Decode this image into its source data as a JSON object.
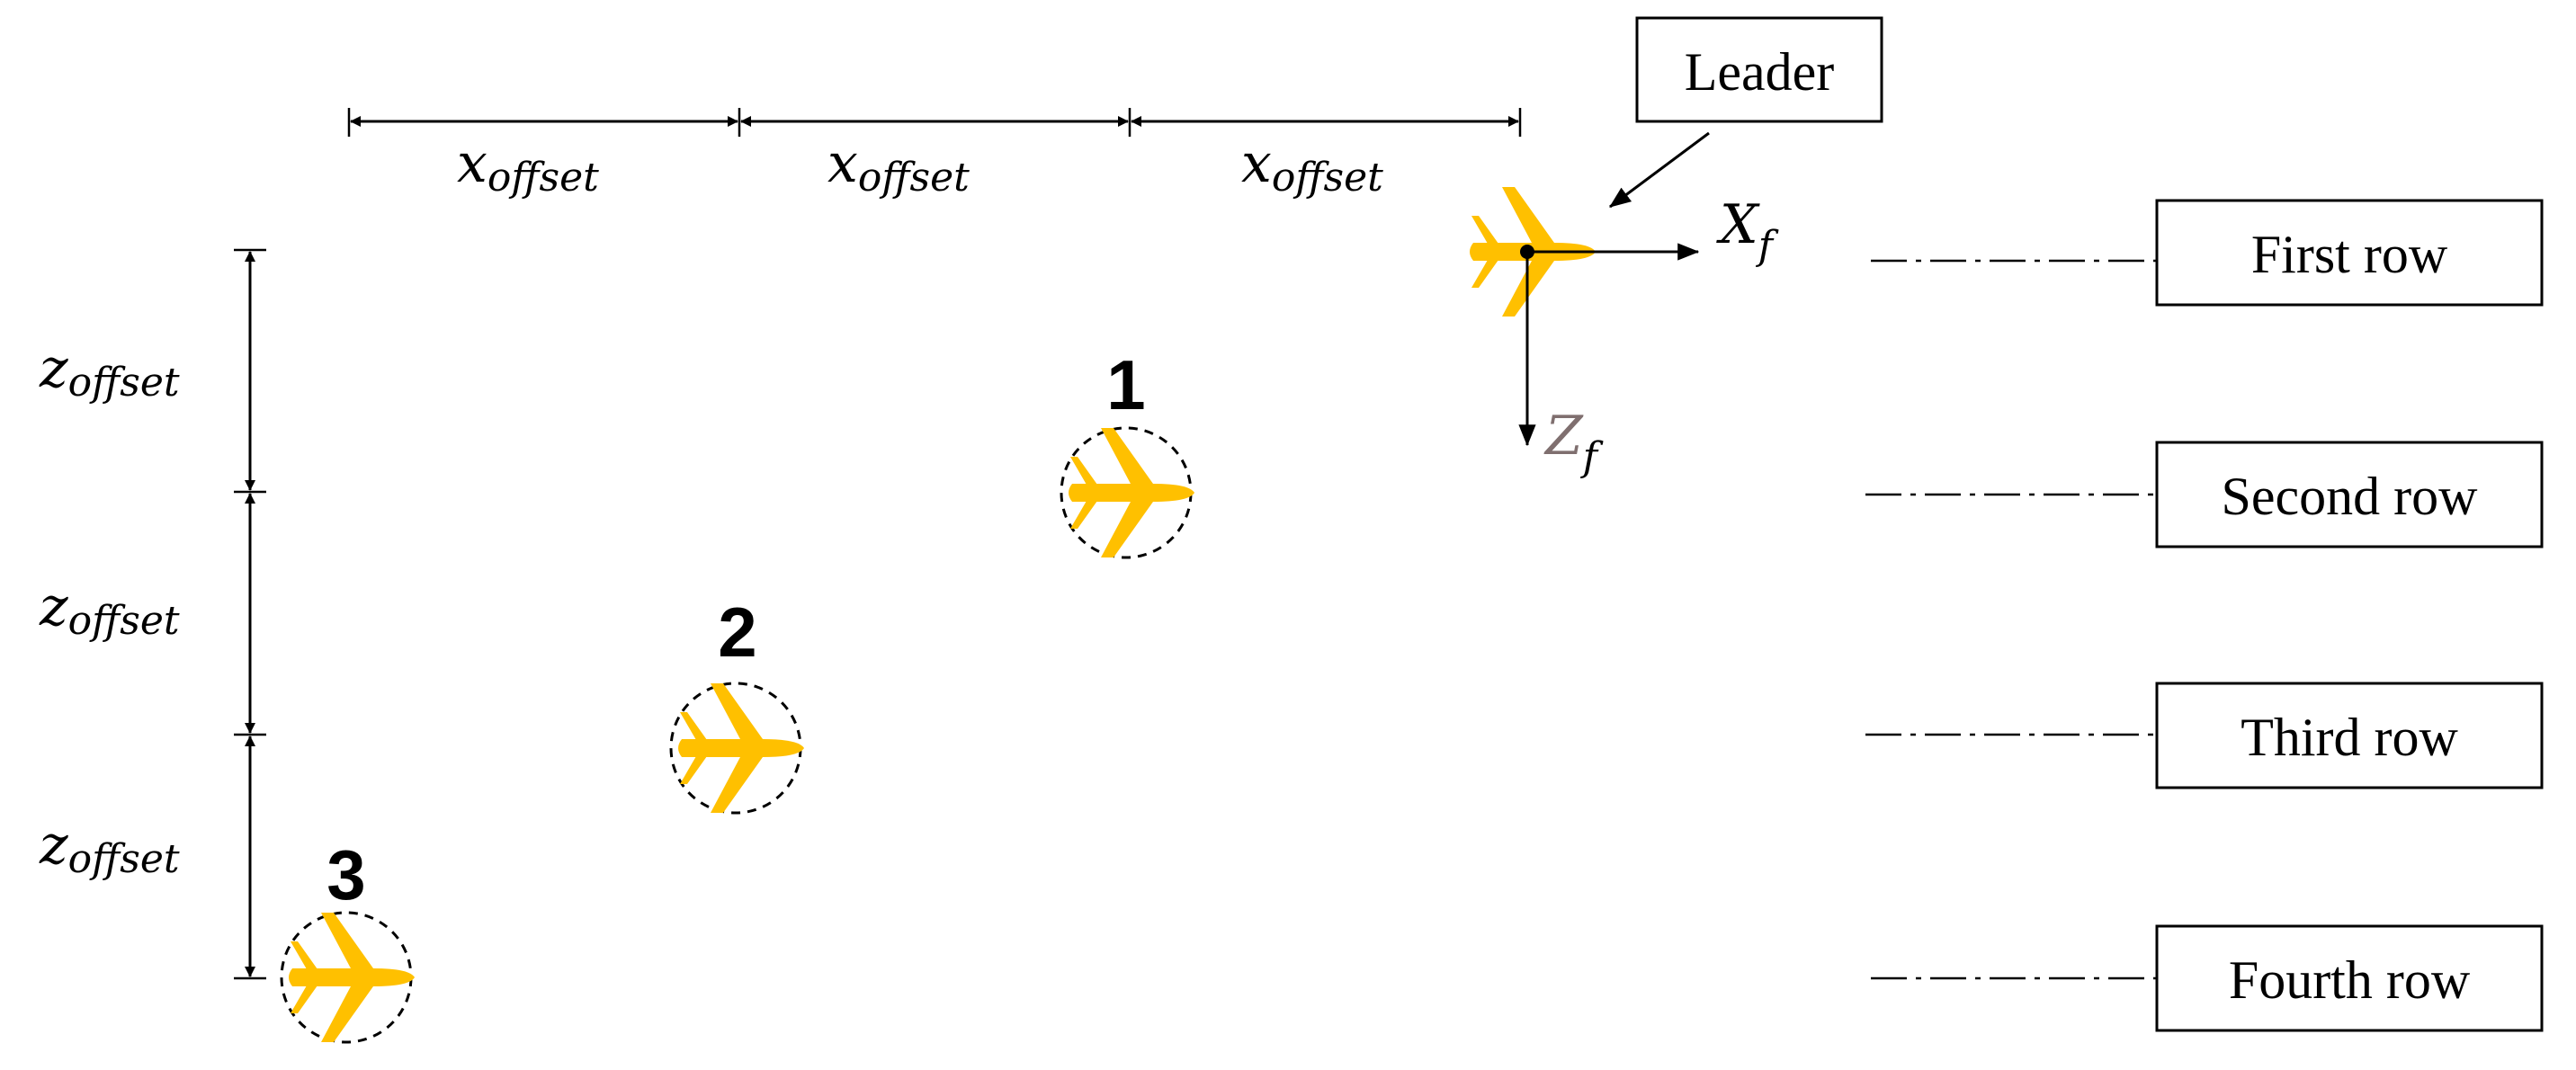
{
  "leader_label": "Leader",
  "axes": {
    "x_base": "X",
    "x_sub": "f",
    "z_base": "Z",
    "z_sub": "f"
  },
  "offsets": {
    "x_base": "x",
    "z_base": "z",
    "sub": "offset"
  },
  "aircraft_numbers": [
    "1",
    "2",
    "3"
  ],
  "rows": [
    "First row",
    "Second row",
    "Third row",
    "Fourth row"
  ],
  "colors": {
    "aircraft": "#FFC000",
    "zf_label": "#7F6F6F",
    "line": "#000000"
  }
}
